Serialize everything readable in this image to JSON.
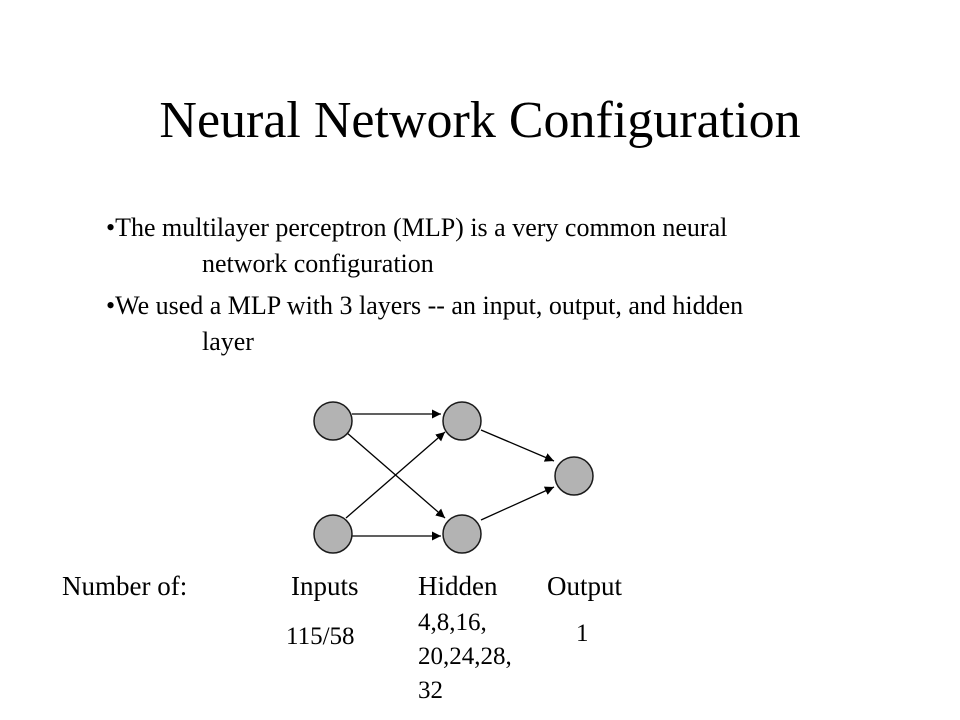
{
  "title": "Neural Network Configuration",
  "bullets": [
    {
      "marker": "•",
      "lines": [
        "The multilayer perceptron (MLP) is a very common neural",
        "network configuration"
      ]
    },
    {
      "marker": "•",
      "lines": [
        "We used a MLP with 3 layers -- an input, output, and hidden",
        "layer"
      ]
    }
  ],
  "table": {
    "row_label": "Number of:",
    "headers": {
      "inputs": "Inputs",
      "hidden": "Hidden",
      "output": "Output"
    },
    "values": {
      "inputs": "115/58",
      "hidden_lines": [
        "4,8,16,",
        "20,24,28,",
        "32"
      ],
      "output": "1"
    }
  },
  "colors": {
    "node_fill": "#b3b3b3",
    "node_stroke": "#1a1a1a",
    "edge": "#000000"
  }
}
